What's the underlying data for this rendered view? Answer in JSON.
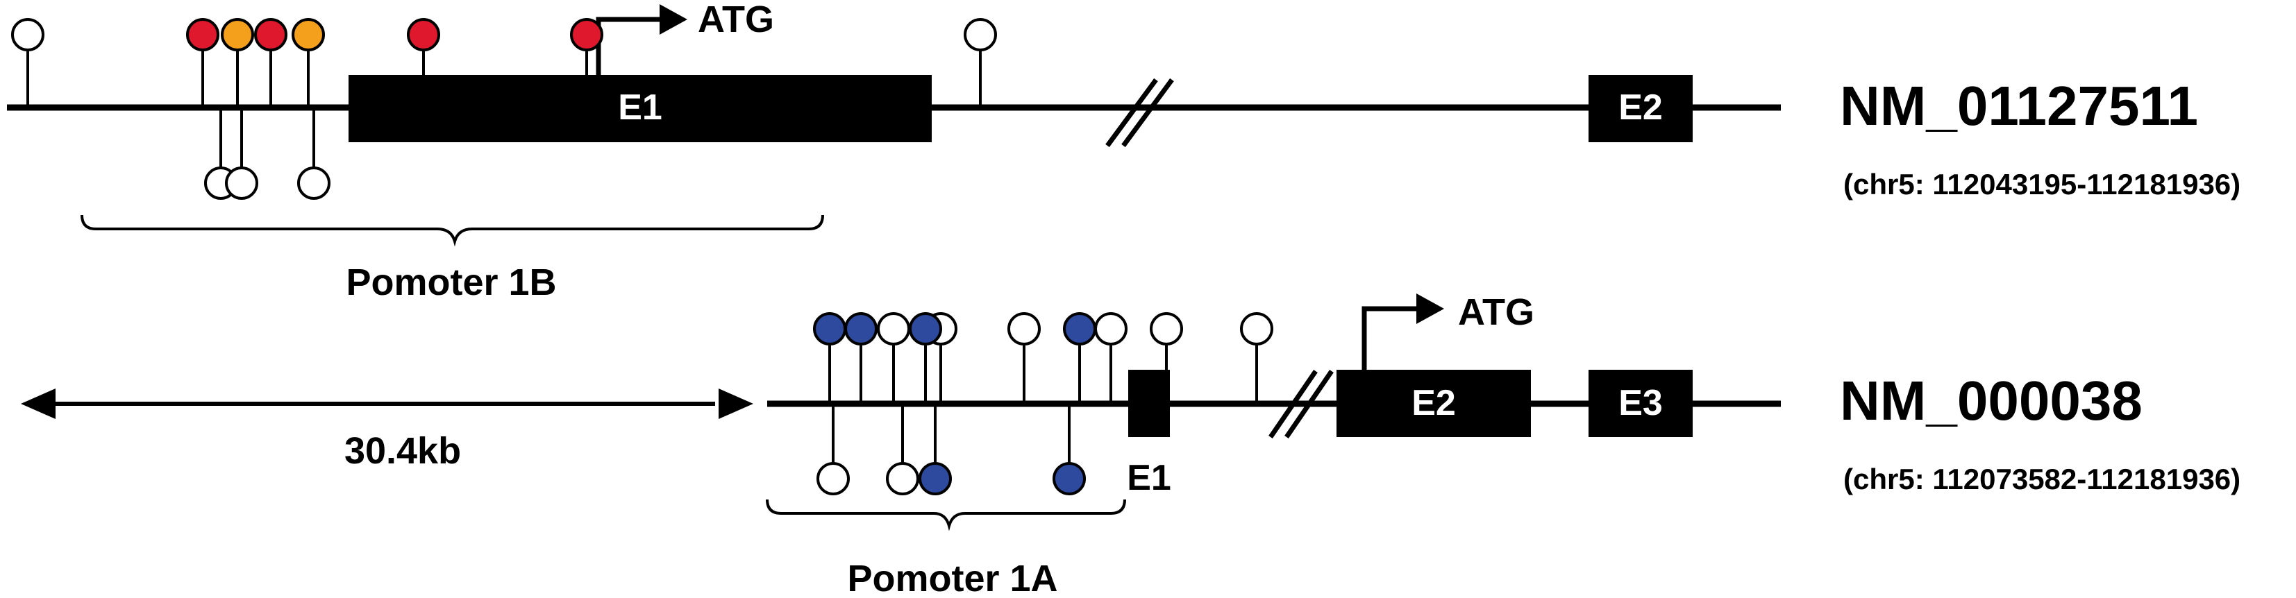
{
  "colors": {
    "line": "#000000",
    "exon_fill": "#000000",
    "exon_text": "#ffffff",
    "red": "#e0182d",
    "orange": "#f4a01c",
    "blue": "#2e4a9e",
    "white": "#ffffff"
  },
  "transcripts": [
    {
      "name": "NM_01127511",
      "coords": "(chr5: 112043195-112181936)",
      "atg_label": "ATG",
      "promoter_label": "Pomoter 1B",
      "exons": [
        {
          "label": "E1"
        },
        {
          "label": "E2"
        }
      ],
      "cpg_sites": {
        "above": [
          "white",
          "red",
          "orange",
          "red",
          "orange",
          "red",
          "red",
          "white"
        ],
        "below": [
          "white",
          "white",
          "white"
        ]
      }
    },
    {
      "name": "NM_000038",
      "coords": "(chr5: 112073582-112181936)",
      "atg_label": "ATG",
      "promoter_label": "Pomoter 1A",
      "distance_label": "30.4kb",
      "exons": [
        {
          "label": "E1"
        },
        {
          "label": "E2"
        },
        {
          "label": "E3"
        }
      ],
      "cpg_sites": {
        "above": [
          "blue",
          "blue",
          "white",
          "blue",
          "white",
          "white",
          "blue",
          "white",
          "white",
          "white"
        ],
        "below": [
          "white",
          "white",
          "blue",
          "blue"
        ]
      }
    }
  ]
}
